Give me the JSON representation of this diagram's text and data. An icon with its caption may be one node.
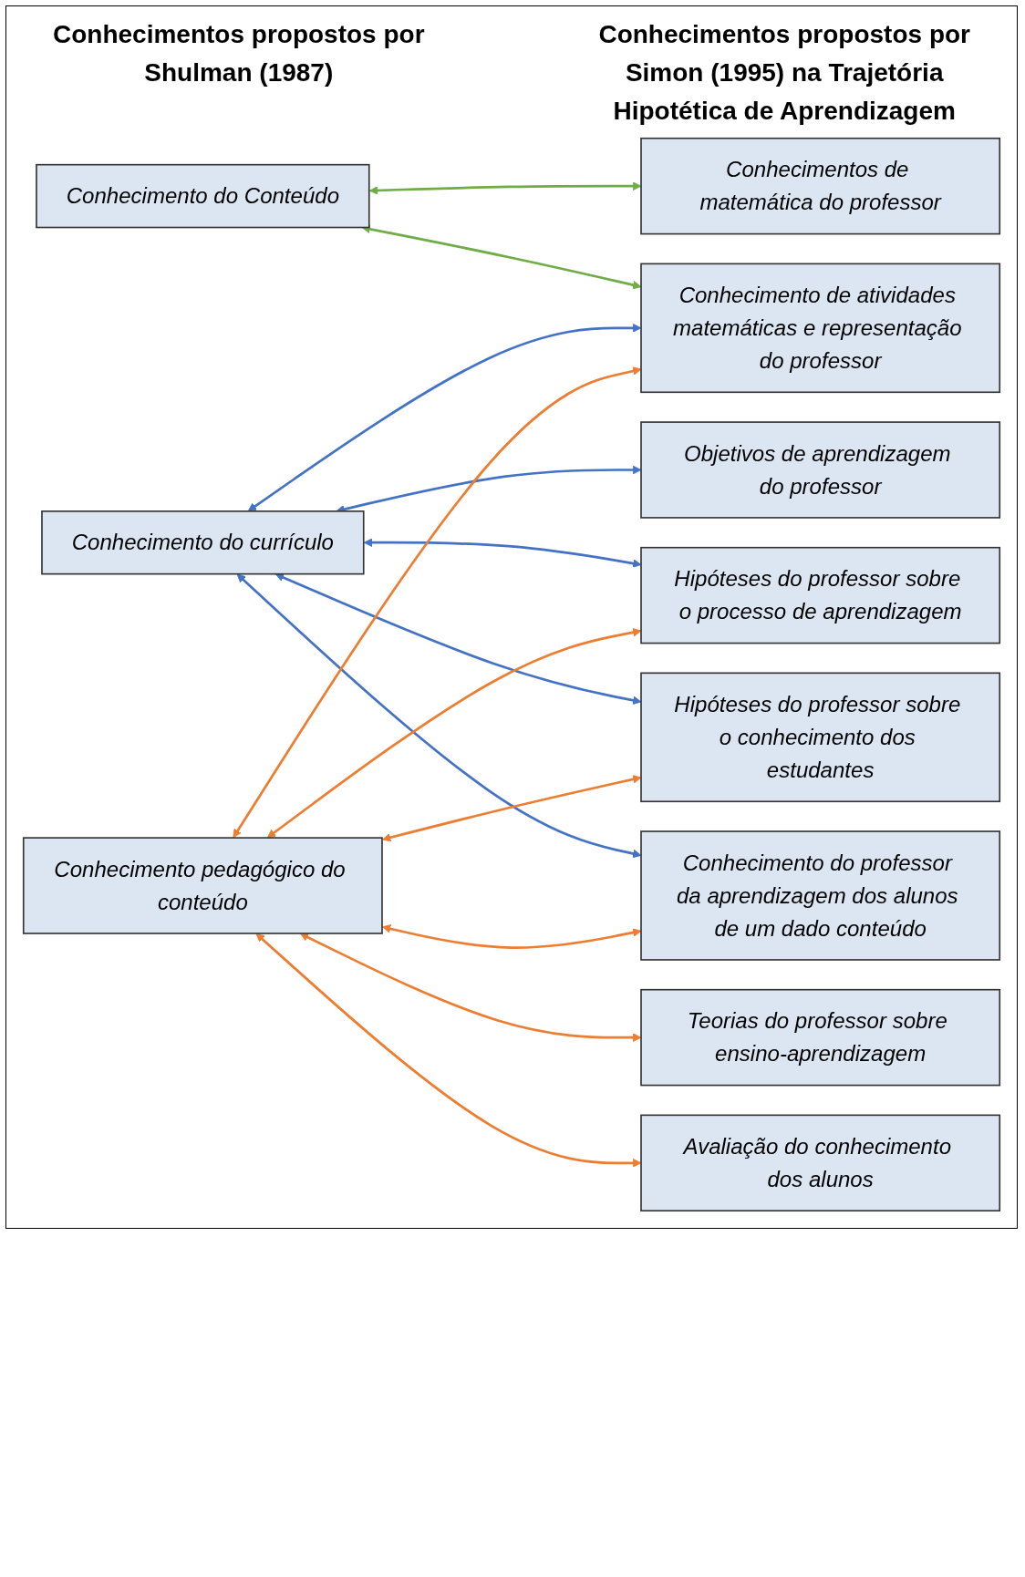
{
  "diagram": {
    "nodes": [
      {
        "text": [
          "Conhecimento do Conteúdo"
        ]
      },
      {
        "text": [
          "Conhecimento do currículo"
        ]
      },
      {
        "text": [
          "Conhecimento pedagógico do conteúdo"
        ]
      },
      {
        "text": [
          "Conhecimentos de matemática do professor"
        ]
      },
      {
        "text": [
          "Conhecimento de atividades matemáticas e representação do professor"
        ]
      },
      {
        "text": [
          "Objetivos de aprendizagem do professor"
        ]
      },
      {
        "text": [
          "Hipóteses do professor sobre o processo de aprendizagem"
        ]
      },
      {
        "text": [
          "Hipóteses do professor sobre o conhecimento dos estudantes"
        ]
      },
      {
        "text": [
          "Teorias do professor sobre ensino-aprendizagem"
        ]
      },
      {
        "text": [
          "Conhecimento do professor da aprendizagem dos alunos de um dado conteúdo"
        ]
      },
      {
        "text": [
          "Avaliação do conhecimento dos alunos"
        ]
      }
    ],
    "edges": [
      {
        "from": 0,
        "to": 3,
        "arrow": "both",
        "color": "#70ad47"
      },
      {
        "from": 0,
        "to": 4,
        "arrow": "both",
        "color": "#70ad47"
      },
      {
        "from": 1,
        "to": 4,
        "arrow": "both",
        "color": "#4472c4"
      },
      {
        "from": 1,
        "to": 5,
        "arrow": "both",
        "color": "#4472c4"
      },
      {
        "from": 1,
        "to": 6,
        "arrow": "both",
        "color": "#4472c4"
      },
      {
        "from": 1,
        "to": 7,
        "arrow": "both",
        "color": "#4472c4"
      },
      {
        "from": 1,
        "to": 9,
        "arrow": "both",
        "color": "#4472c4"
      },
      {
        "from": 2,
        "to": 4,
        "arrow": "both",
        "color": "#ed7d31"
      },
      {
        "from": 2,
        "to": 6,
        "arrow": "both",
        "color": "#ed7d31"
      },
      {
        "from": 2,
        "to": 7,
        "arrow": "both",
        "color": "#ed7d31"
      },
      {
        "from": 2,
        "to": 8,
        "arrow": "both",
        "color": "#ed7d31"
      },
      {
        "from": 2,
        "to": 9,
        "arrow": "both",
        "color": "#ed7d31"
      },
      {
        "from": 2,
        "to": 10,
        "arrow": "both",
        "color": "#ed7d31"
      }
    ],
    "labels": [
      "Conhecimentos propostos por Shulman (1987)",
      "Conhecimentos propostos por Simon (1995) na Trajetória Hipotética de Aprendizagem"
    ]
  }
}
